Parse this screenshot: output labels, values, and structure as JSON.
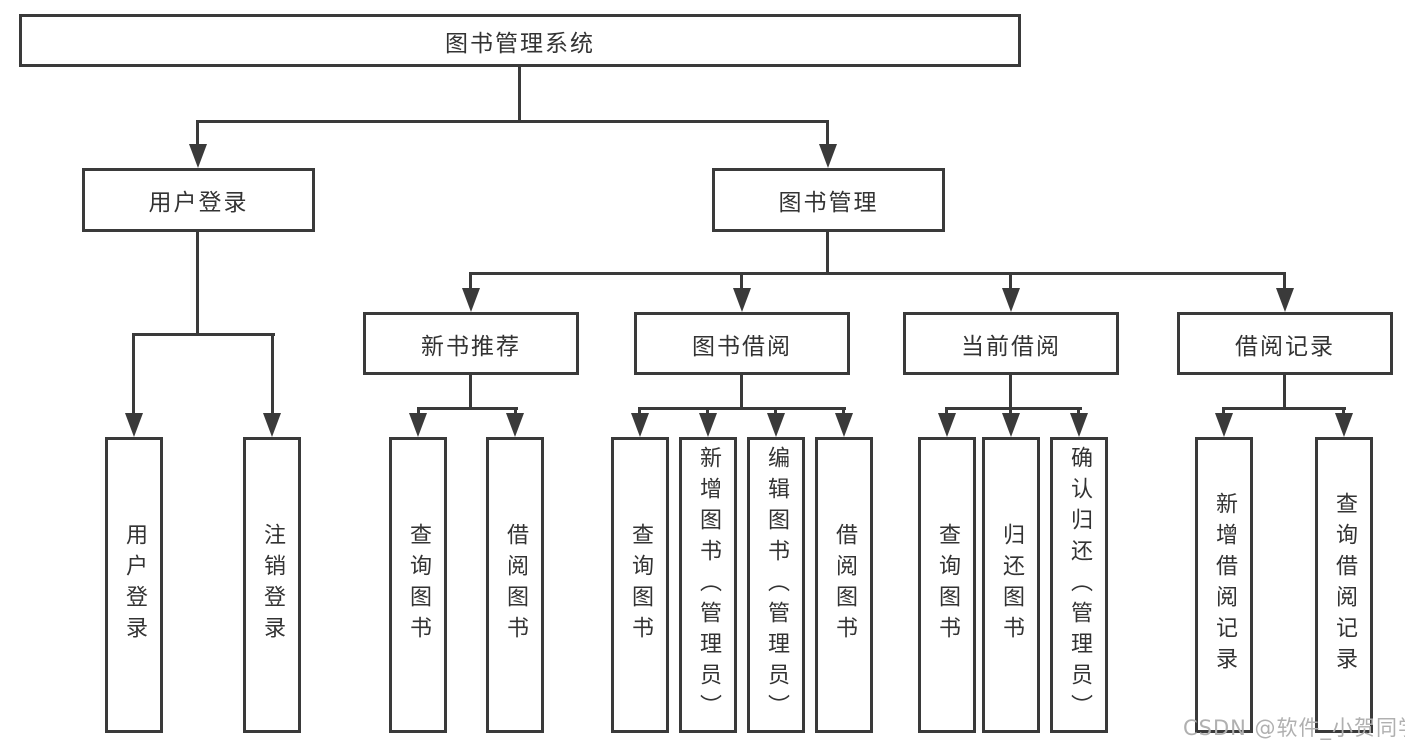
{
  "diagram": {
    "root": "图书管理系统",
    "level2": [
      "用户登录",
      "图书管理"
    ],
    "level3": [
      "新书推荐",
      "图书借阅",
      "当前借阅",
      "借阅记录"
    ],
    "leaves_login": [
      "用户登录",
      "注销登录"
    ],
    "leaves_new_books": [
      "查询图书",
      "借阅图书"
    ],
    "leaves_borrow": [
      "查询图书",
      "新增图书（管理员）",
      "编辑图书（管理员）",
      "借阅图书"
    ],
    "leaves_current": [
      "查询图书",
      "归还图书",
      "确认归还（管理员）"
    ],
    "leaves_records": [
      "新增借阅记录",
      "查询借阅记录"
    ]
  },
  "watermark": "CSDN @软件_小贺同学",
  "colors": {
    "line": "#3a3a3a",
    "text": "#333333",
    "watermark": "#b0b0b0",
    "background": "#ffffff"
  }
}
